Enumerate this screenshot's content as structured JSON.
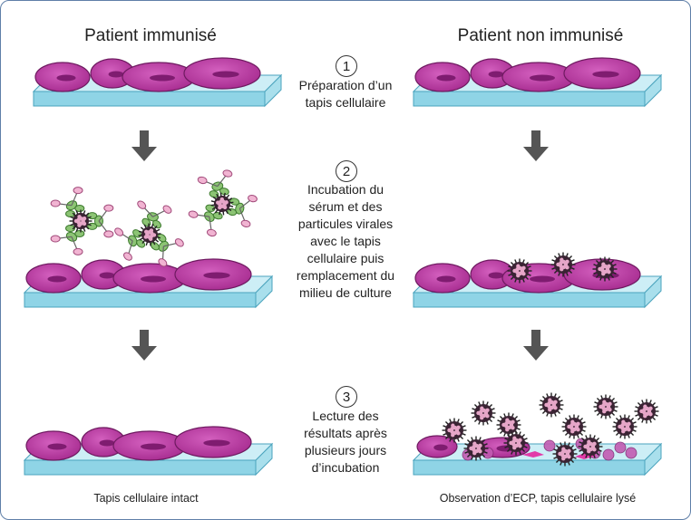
{
  "headers": {
    "left": "Patient immunisé",
    "right": "Patient non immunisé"
  },
  "steps": [
    {
      "num": "1",
      "text": [
        "Préparation d’un",
        "tapis cellulaire"
      ]
    },
    {
      "num": "2",
      "text": [
        "Incubation du",
        "sérum et des",
        "particules virales",
        "avec le tapis",
        "cellulaire puis",
        "remplacement du",
        "milieu de culture"
      ]
    },
    {
      "num": "3",
      "text": [
        "Lecture des",
        "résultats après",
        "plusieurs jours",
        "d’incubation"
      ]
    }
  ],
  "captions": {
    "left": "Tapis cellulaire intact",
    "right": "Observation d’ECP, tapis cellulaire lysé"
  },
  "colors": {
    "frame": "#5f7fa8",
    "slide_top": "#cdeef6",
    "slide_front": "#8fd4e6",
    "cell": "#b8359f",
    "nucleus": "#7f1c70",
    "virus": "#e6a6c8",
    "antibody_green": "#8cc474",
    "antibody_pink": "#f1b4d2",
    "arrow": "#555555"
  }
}
